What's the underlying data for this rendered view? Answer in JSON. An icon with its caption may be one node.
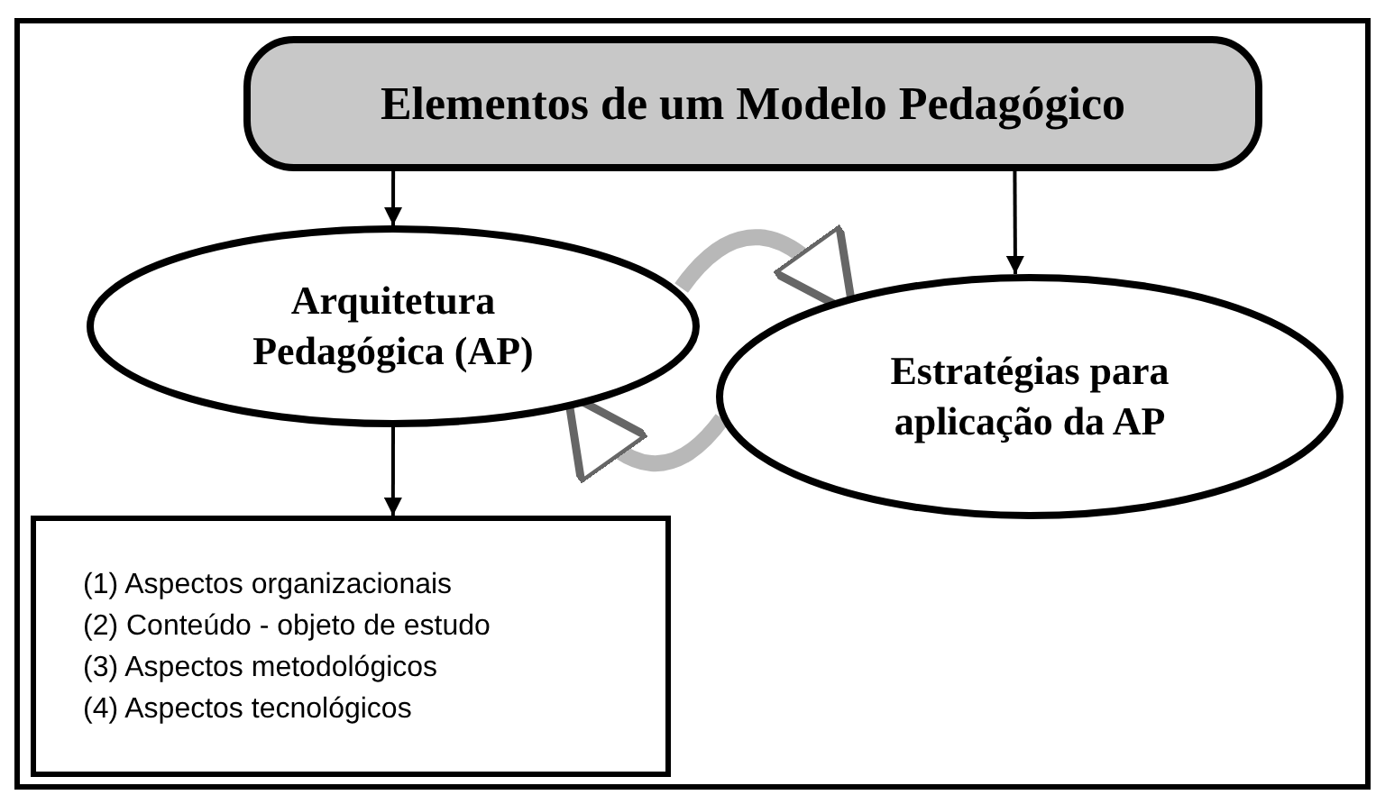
{
  "diagram": {
    "nodes": [
      {
        "text": [
          "Elementos de um Modelo Pedagógico"
        ]
      },
      {
        "text": [
          "Arquitetura Pedagógica (AP)"
        ]
      },
      {
        "text": [
          "Estratégias para aplicação da AP"
        ]
      },
      {
        "text": [
          "(1) Aspectos organizacionais",
          "(2) Conteúdo - objeto de estudo",
          "(3) Aspectos metodológicos",
          "(4) Aspectos tecnológicos"
        ]
      }
    ],
    "edges": [
      {
        "from": 0,
        "to": 1,
        "arrow": "to"
      },
      {
        "from": 0,
        "to": 2,
        "arrow": "to"
      },
      {
        "from": 1,
        "to": 3,
        "arrow": "to"
      },
      {
        "from": 1,
        "to": 2,
        "arrow": "to",
        "style": "thick",
        "color": "#b8b8b8"
      },
      {
        "from": 2,
        "to": 1,
        "arrow": "to",
        "style": "thick",
        "color": "#b8b8b8"
      }
    ]
  }
}
